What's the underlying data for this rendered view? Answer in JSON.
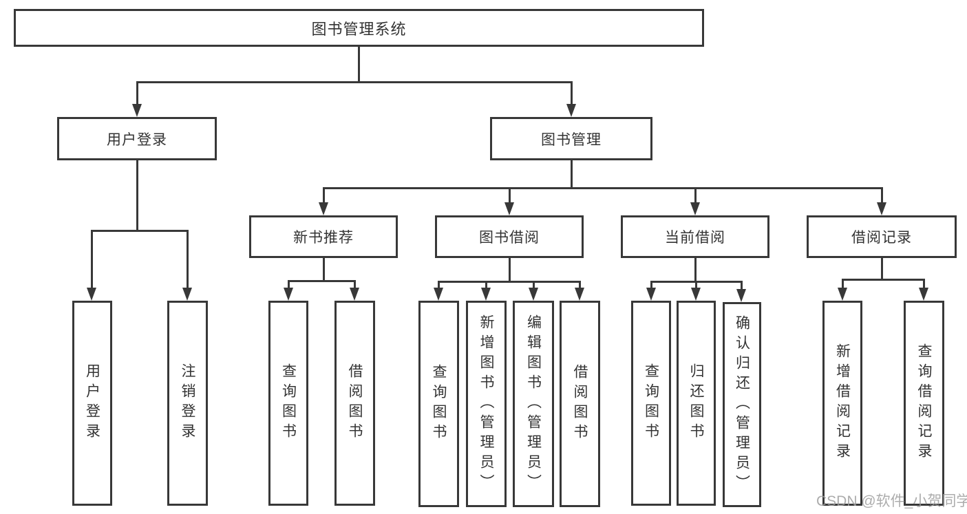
{
  "tree": {
    "label": "图书管理系统",
    "children": [
      {
        "label": "用户登录",
        "children": [
          {
            "label": "用户登录"
          },
          {
            "label": "注销登录"
          }
        ]
      },
      {
        "label": "图书管理",
        "children": [
          {
            "label": "新书推荐",
            "children": [
              {
                "label": "查询图书"
              },
              {
                "label": "借阅图书"
              }
            ]
          },
          {
            "label": "图书借阅",
            "children": [
              {
                "label": "查询图书"
              },
              {
                "label": "新增图书（管理员）"
              },
              {
                "label": "编辑图书（管理员）"
              },
              {
                "label": "借阅图书"
              }
            ]
          },
          {
            "label": "当前借阅",
            "children": [
              {
                "label": "查询图书"
              },
              {
                "label": "归还图书"
              },
              {
                "label": "确认归还（管理员）"
              }
            ]
          },
          {
            "label": "借阅记录",
            "children": [
              {
                "label": "新增借阅记录"
              },
              {
                "label": "查询借阅记录"
              }
            ]
          }
        ]
      }
    ]
  },
  "watermark": {
    "text": "CSDN @软件_小贺同学"
  },
  "colors": {
    "line": "#383838",
    "text": "#333333",
    "background": "#ffffff",
    "watermark": "#9e9e9e"
  }
}
